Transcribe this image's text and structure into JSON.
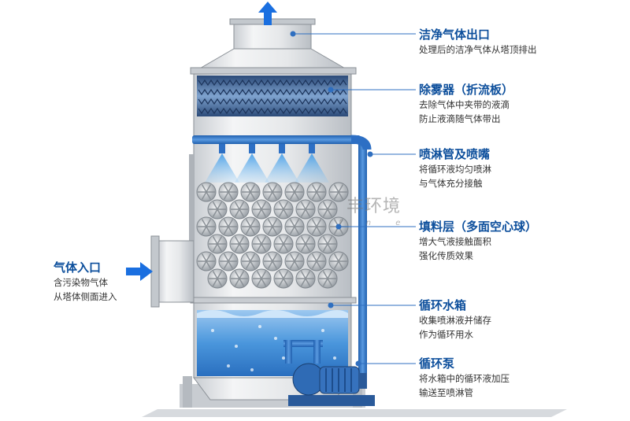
{
  "labels": [
    {
      "id": "outlet",
      "title": "洁净气体出口",
      "lines": [
        "处理后的洁净气体从塔顶排出"
      ]
    },
    {
      "id": "demister",
      "title": "除雾器（折流板）",
      "lines": [
        "去除气体中夹带的液滴",
        "防止液滴随气体带出"
      ]
    },
    {
      "id": "spray",
      "title": "喷淋管及喷嘴",
      "lines": [
        "将循环液均匀喷淋",
        "与气体充分接触"
      ]
    },
    {
      "id": "packing",
      "title": "填料层（多面空心球）",
      "lines": [
        "增大气液接触面积",
        "强化传质效果"
      ]
    },
    {
      "id": "tank",
      "title": "循环水箱",
      "lines": [
        "收集喷淋液并储存",
        "作为循环用水"
      ]
    },
    {
      "id": "pump",
      "title": "循环泵",
      "lines": [
        "将水箱中的循环液加压",
        "输送至喷淋管"
      ]
    },
    {
      "id": "inlet",
      "title": "气体入口",
      "lines": [
        "含污染物气体",
        "从塔体侧面进入"
      ]
    }
  ],
  "watermark": {
    "text": "丰环境",
    "sub": "f n e"
  },
  "colors": {
    "title": "#0d4f9c",
    "leader": "#2f6fc0",
    "arrow": "#1a6fe0",
    "water": "#3f8fd8",
    "pipe": "#2d6fc4"
  }
}
